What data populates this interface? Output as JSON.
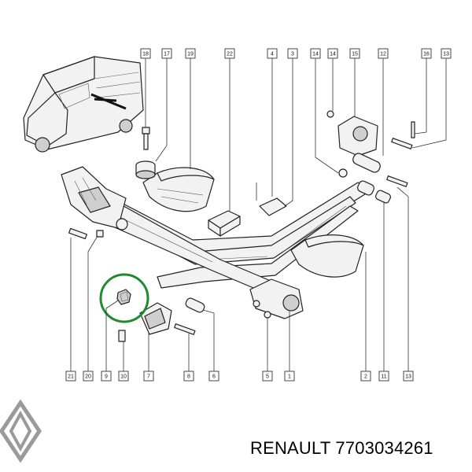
{
  "caption": "RENAULT 7703034261",
  "colors": {
    "highlight": "#1f8a2e",
    "line": "#222222",
    "logo": "#9a9a9a"
  },
  "callouts_top": [
    {
      "id": "top-18",
      "label": "18"
    },
    {
      "id": "top-17",
      "label": "17"
    },
    {
      "id": "top-19",
      "label": "19"
    },
    {
      "id": "top-22",
      "label": "22"
    },
    {
      "id": "top-4",
      "label": "4"
    },
    {
      "id": "top-3",
      "label": "3"
    },
    {
      "id": "top-14a",
      "label": "14"
    },
    {
      "id": "top-14b",
      "label": "14"
    },
    {
      "id": "top-15",
      "label": "15"
    },
    {
      "id": "top-12",
      "label": "12"
    },
    {
      "id": "top-16",
      "label": "16"
    },
    {
      "id": "top-13",
      "label": "13"
    }
  ],
  "callouts_bottom": [
    {
      "id": "bot-21",
      "label": "21"
    },
    {
      "id": "bot-20",
      "label": "20"
    },
    {
      "id": "bot-9",
      "label": "9"
    },
    {
      "id": "bot-10",
      "label": "10"
    },
    {
      "id": "bot-7",
      "label": "7"
    },
    {
      "id": "bot-8",
      "label": "8"
    },
    {
      "id": "bot-6",
      "label": "6"
    },
    {
      "id": "bot-5",
      "label": "5"
    },
    {
      "id": "bot-1",
      "label": "1"
    },
    {
      "id": "bot-2",
      "label": "2"
    },
    {
      "id": "bot-11",
      "label": "11"
    },
    {
      "id": "bot-13",
      "label": "13"
    }
  ]
}
